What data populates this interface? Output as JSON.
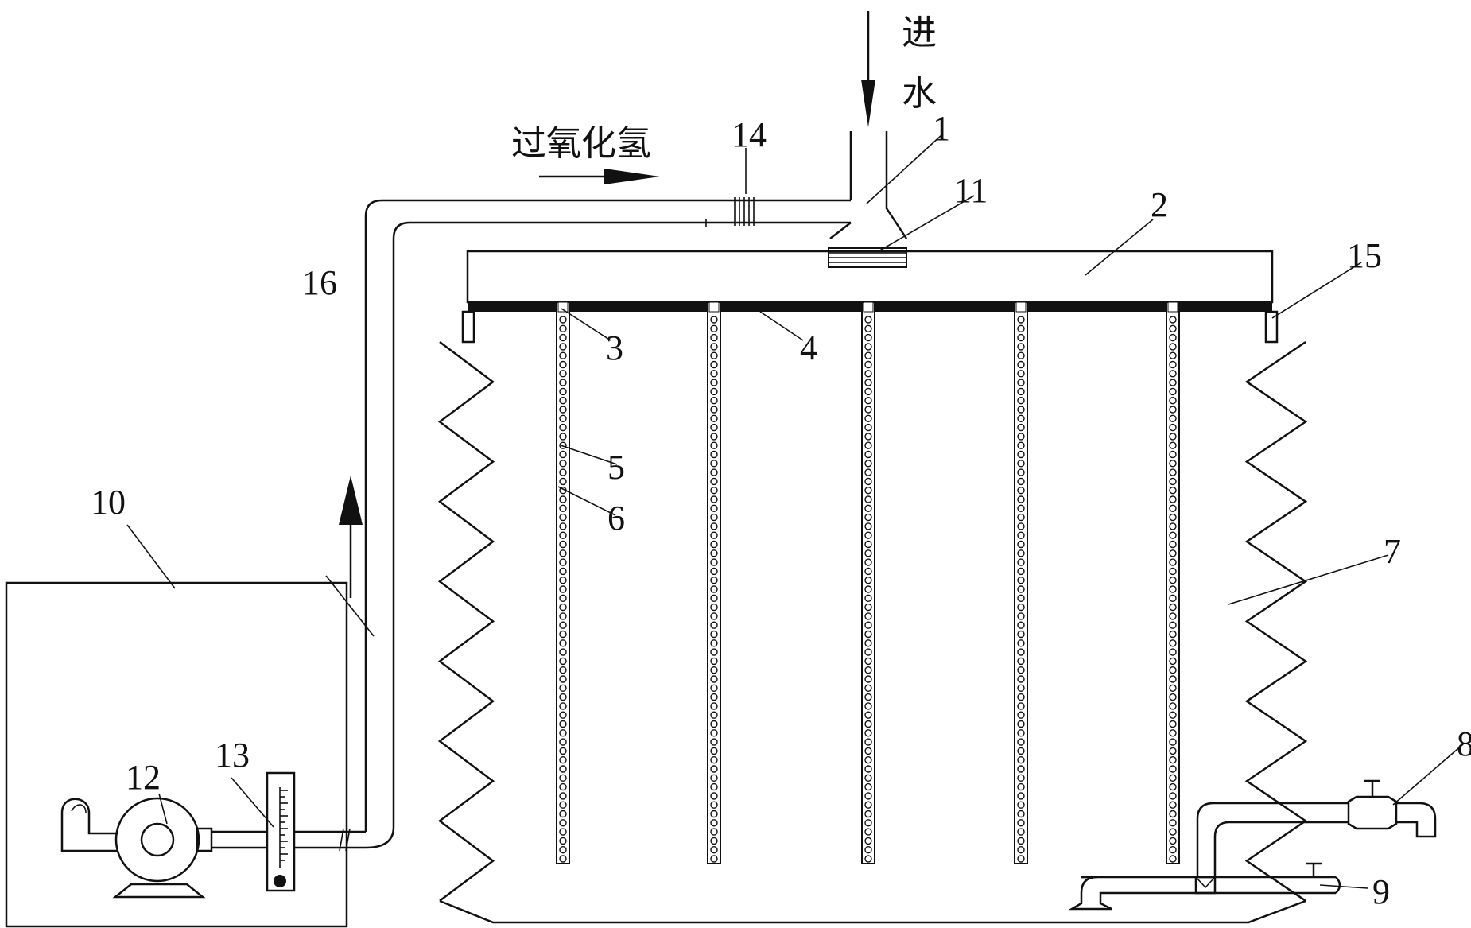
{
  "texts": {
    "inlet_char1": "进",
    "inlet_char2": "水",
    "peroxide": "过氧化氢"
  },
  "labels": {
    "l1": "1",
    "l2": "2",
    "l3": "3",
    "l4": "4",
    "l5": "5",
    "l6": "6",
    "l7": "7",
    "l8": "8",
    "l9": "9",
    "l10": "10",
    "l11": "11",
    "l12": "12",
    "l13": "13",
    "l14": "14",
    "l15": "15",
    "l16": "16"
  },
  "colors": {
    "ink": "#111111",
    "background": "#ffffff"
  }
}
